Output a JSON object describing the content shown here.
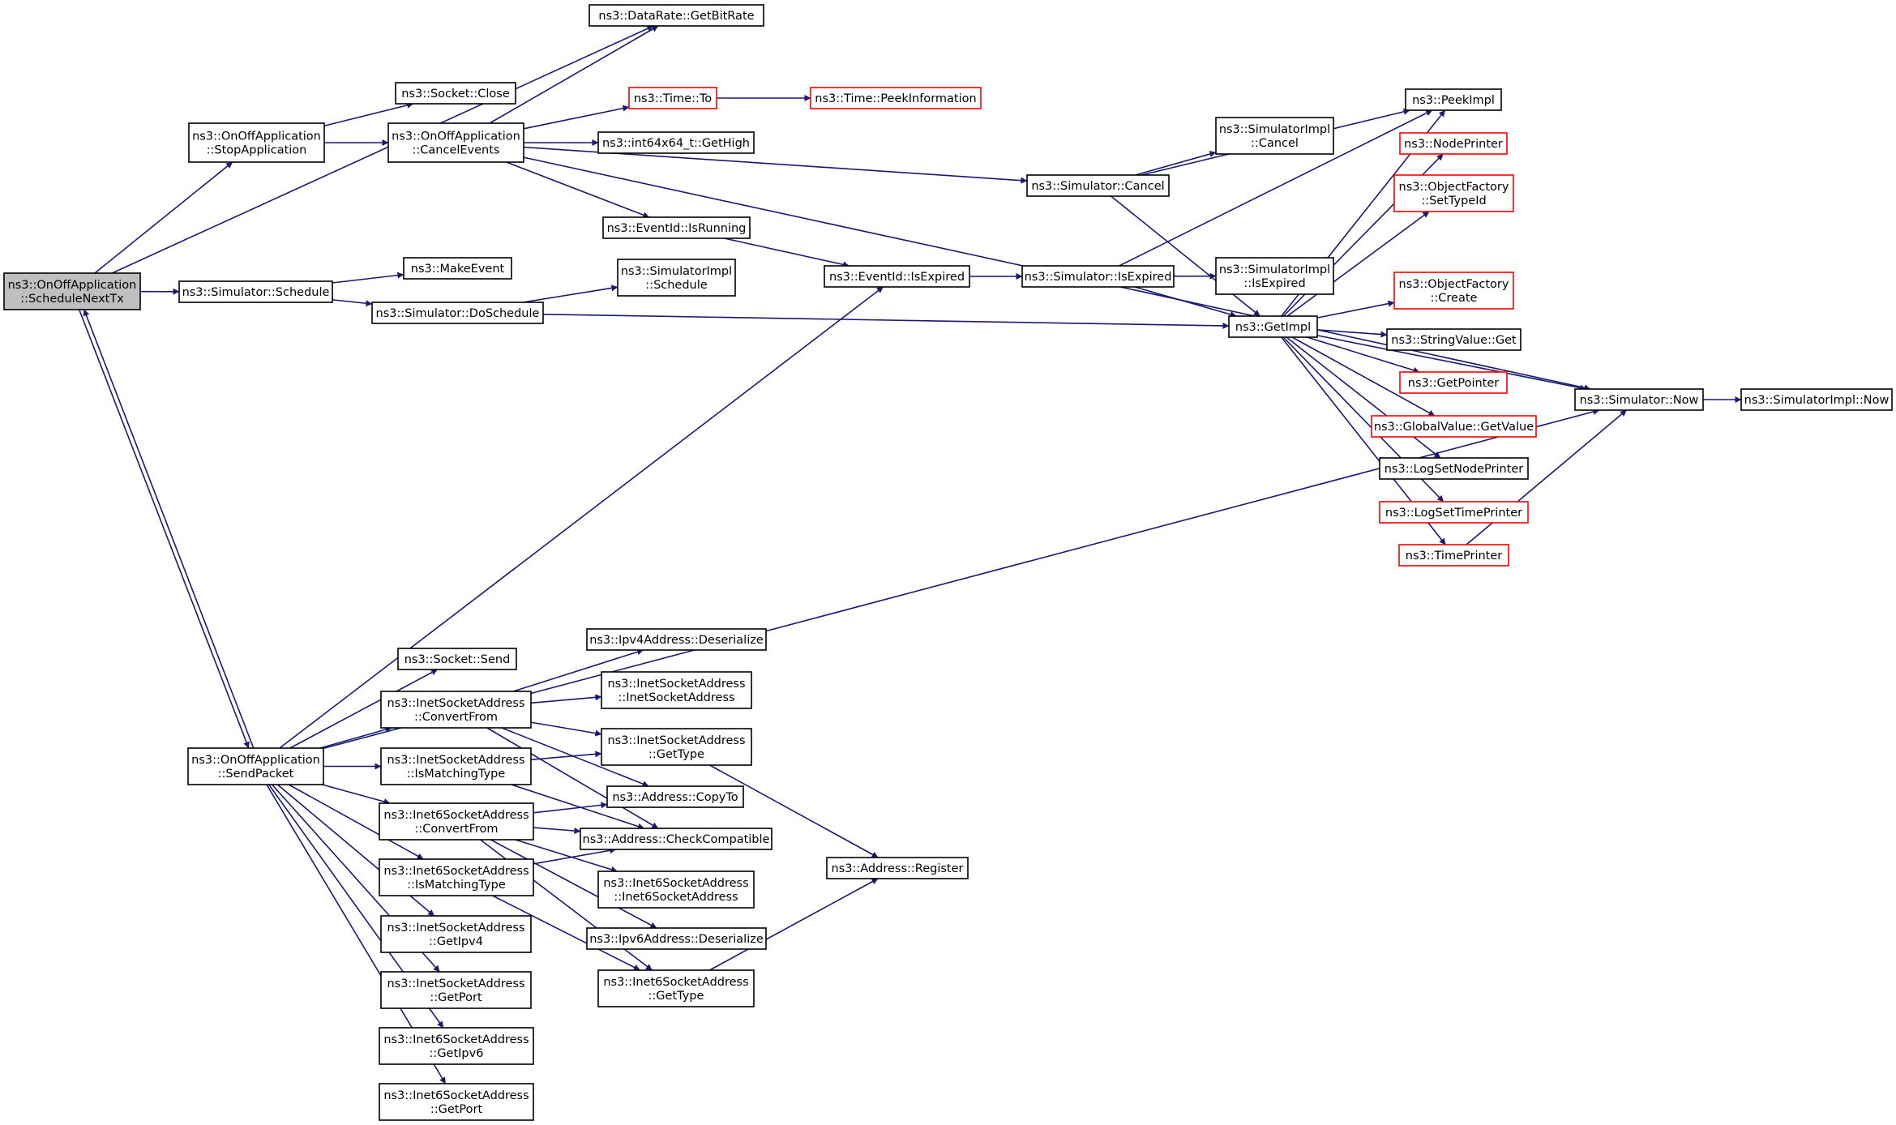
{
  "graph": {
    "colors": {
      "edge": "#191970",
      "border_default": "#000000",
      "border_undocumented": "#ff0000",
      "root_fill": "#bfbfbf"
    },
    "nodes": {
      "root": {
        "lines": [
          "ns3::OnOffApplication",
          "::ScheduleNextTx"
        ],
        "style": "root"
      },
      "stopapp": {
        "lines": [
          "ns3::OnOffApplication",
          "::StopApplication"
        ],
        "style": "black"
      },
      "schedule": {
        "lines": [
          "ns3::Simulator::Schedule"
        ],
        "style": "black"
      },
      "sendpacket": {
        "lines": [
          "ns3::OnOffApplication",
          "::SendPacket"
        ],
        "style": "black"
      },
      "getbitrate": {
        "lines": [
          "ns3::DataRate::GetBitRate"
        ],
        "style": "black"
      },
      "sockclose": {
        "lines": [
          "ns3::Socket::Close"
        ],
        "style": "black"
      },
      "cancelevents": {
        "lines": [
          "ns3::OnOffApplication",
          "::CancelEvents"
        ],
        "style": "black"
      },
      "makeevent": {
        "lines": [
          "ns3::MakeEvent"
        ],
        "style": "black"
      },
      "doschedule": {
        "lines": [
          "ns3::Simulator::DoSchedule"
        ],
        "style": "black"
      },
      "timeto": {
        "lines": [
          "ns3::Time::To"
        ],
        "style": "red"
      },
      "peekinfo": {
        "lines": [
          "ns3::Time::PeekInformation"
        ],
        "style": "red"
      },
      "gethigh": {
        "lines": [
          "ns3::int64x64_t::GetHigh"
        ],
        "style": "black"
      },
      "isrunning": {
        "lines": [
          "ns3::EventId::IsRunning"
        ],
        "style": "black"
      },
      "implschedule": {
        "lines": [
          "ns3::SimulatorImpl",
          "::Schedule"
        ],
        "style": "black"
      },
      "idisexpired": {
        "lines": [
          "ns3::EventId::IsExpired"
        ],
        "style": "black"
      },
      "simcancel": {
        "lines": [
          "ns3::Simulator::Cancel"
        ],
        "style": "black"
      },
      "simisexpired": {
        "lines": [
          "ns3::Simulator::IsExpired"
        ],
        "style": "black"
      },
      "implcancel": {
        "lines": [
          "ns3::SimulatorImpl",
          "::Cancel"
        ],
        "style": "black"
      },
      "implisexpired": {
        "lines": [
          "ns3::SimulatorImpl",
          "::IsExpired"
        ],
        "style": "black"
      },
      "getimpl": {
        "lines": [
          "ns3::GetImpl"
        ],
        "style": "black"
      },
      "peekimpl": {
        "lines": [
          "ns3::PeekImpl"
        ],
        "style": "black"
      },
      "nodeprinter": {
        "lines": [
          "ns3::NodePrinter"
        ],
        "style": "red"
      },
      "settypeid": {
        "lines": [
          "ns3::ObjectFactory",
          "::SetTypeId"
        ],
        "style": "red"
      },
      "ofcreate": {
        "lines": [
          "ns3::ObjectFactory",
          "::Create"
        ],
        "style": "red"
      },
      "strget": {
        "lines": [
          "ns3::StringValue::Get"
        ],
        "style": "black"
      },
      "getpointer": {
        "lines": [
          "ns3::GetPointer"
        ],
        "style": "red"
      },
      "gvgetvalue": {
        "lines": [
          "ns3::GlobalValue::GetValue"
        ],
        "style": "red"
      },
      "lognode": {
        "lines": [
          "ns3::LogSetNodePrinter"
        ],
        "style": "black"
      },
      "logtime": {
        "lines": [
          "ns3::LogSetTimePrinter"
        ],
        "style": "red"
      },
      "timeprinter": {
        "lines": [
          "ns3::TimePrinter"
        ],
        "style": "red"
      },
      "simnow": {
        "lines": [
          "ns3::Simulator::Now"
        ],
        "style": "black"
      },
      "implnow": {
        "lines": [
          "ns3::SimulatorImpl::Now"
        ],
        "style": "black"
      },
      "socksend": {
        "lines": [
          "ns3::Socket::Send"
        ],
        "style": "black"
      },
      "inetconv": {
        "lines": [
          "ns3::InetSocketAddress",
          "::ConvertFrom"
        ],
        "style": "black"
      },
      "inetmatch": {
        "lines": [
          "ns3::InetSocketAddress",
          "::IsMatchingType"
        ],
        "style": "black"
      },
      "inet6conv": {
        "lines": [
          "ns3::Inet6SocketAddress",
          "::ConvertFrom"
        ],
        "style": "black"
      },
      "inet6match": {
        "lines": [
          "ns3::Inet6SocketAddress",
          "::IsMatchingType"
        ],
        "style": "black"
      },
      "inetipv4": {
        "lines": [
          "ns3::InetSocketAddress",
          "::GetIpv4"
        ],
        "style": "black"
      },
      "inetport": {
        "lines": [
          "ns3::InetSocketAddress",
          "::GetPort"
        ],
        "style": "black"
      },
      "inet6ipv6": {
        "lines": [
          "ns3::Inet6SocketAddress",
          "::GetIpv6"
        ],
        "style": "black"
      },
      "inet6port": {
        "lines": [
          "ns3::Inet6SocketAddress",
          "::GetPort"
        ],
        "style": "black"
      },
      "ipv4deser": {
        "lines": [
          "ns3::Ipv4Address::Deserialize"
        ],
        "style": "black"
      },
      "inetctor": {
        "lines": [
          "ns3::InetSocketAddress",
          "::InetSocketAddress"
        ],
        "style": "black"
      },
      "inetgettype": {
        "lines": [
          "ns3::InetSocketAddress",
          "::GetType"
        ],
        "style": "black"
      },
      "addrcopyto": {
        "lines": [
          "ns3::Address::CopyTo"
        ],
        "style": "black"
      },
      "addrcheck": {
        "lines": [
          "ns3::Address::CheckCompatible"
        ],
        "style": "black"
      },
      "inet6ctor": {
        "lines": [
          "ns3::Inet6SocketAddress",
          "::Inet6SocketAddress"
        ],
        "style": "black"
      },
      "ipv6deser": {
        "lines": [
          "ns3::Ipv6Address::Deserialize"
        ],
        "style": "black"
      },
      "inet6gettype": {
        "lines": [
          "ns3::Inet6SocketAddress",
          "::GetType"
        ],
        "style": "black"
      },
      "addrregister": {
        "lines": [
          "ns3::Address::Register"
        ],
        "style": "black"
      }
    },
    "edges": [
      [
        "root",
        "getbitrate"
      ],
      [
        "root",
        "stopapp"
      ],
      [
        "root",
        "schedule"
      ],
      [
        "root",
        "sendpacket"
      ],
      [
        "sendpacket",
        "root"
      ],
      [
        "stopapp",
        "sockclose"
      ],
      [
        "stopapp",
        "cancelevents"
      ],
      [
        "cancelevents",
        "getbitrate"
      ],
      [
        "cancelevents",
        "timeto"
      ],
      [
        "cancelevents",
        "gethigh"
      ],
      [
        "cancelevents",
        "isrunning"
      ],
      [
        "cancelevents",
        "simcancel"
      ],
      [
        "cancelevents",
        "simnow"
      ],
      [
        "timeto",
        "peekinfo"
      ],
      [
        "schedule",
        "makeevent"
      ],
      [
        "schedule",
        "doschedule"
      ],
      [
        "doschedule",
        "implschedule"
      ],
      [
        "doschedule",
        "getimpl"
      ],
      [
        "isrunning",
        "idisexpired"
      ],
      [
        "idisexpired",
        "simisexpired"
      ],
      [
        "simcancel",
        "implcancel"
      ],
      [
        "simcancel",
        "peekimpl"
      ],
      [
        "simcancel",
        "getimpl"
      ],
      [
        "simisexpired",
        "implisexpired"
      ],
      [
        "simisexpired",
        "peekimpl"
      ],
      [
        "simisexpired",
        "getimpl"
      ],
      [
        "getimpl",
        "peekimpl"
      ],
      [
        "getimpl",
        "nodeprinter"
      ],
      [
        "getimpl",
        "settypeid"
      ],
      [
        "getimpl",
        "ofcreate"
      ],
      [
        "getimpl",
        "strget"
      ],
      [
        "getimpl",
        "getpointer"
      ],
      [
        "getimpl",
        "gvgetvalue"
      ],
      [
        "getimpl",
        "lognode"
      ],
      [
        "getimpl",
        "logtime"
      ],
      [
        "getimpl",
        "timeprinter"
      ],
      [
        "getimpl",
        "simnow"
      ],
      [
        "timeprinter",
        "simnow"
      ],
      [
        "simnow",
        "implnow"
      ],
      [
        "sendpacket",
        "idisexpired"
      ],
      [
        "sendpacket",
        "simnow"
      ],
      [
        "sendpacket",
        "socksend"
      ],
      [
        "sendpacket",
        "inetconv"
      ],
      [
        "sendpacket",
        "inetmatch"
      ],
      [
        "sendpacket",
        "inet6conv"
      ],
      [
        "sendpacket",
        "inet6match"
      ],
      [
        "sendpacket",
        "inetipv4"
      ],
      [
        "sendpacket",
        "inetport"
      ],
      [
        "sendpacket",
        "inet6ipv6"
      ],
      [
        "sendpacket",
        "inet6port"
      ],
      [
        "inetconv",
        "ipv4deser"
      ],
      [
        "inetconv",
        "inetctor"
      ],
      [
        "inetconv",
        "inetgettype"
      ],
      [
        "inetconv",
        "addrcopyto"
      ],
      [
        "inetconv",
        "addrcheck"
      ],
      [
        "inetmatch",
        "inetgettype"
      ],
      [
        "inetmatch",
        "addrcheck"
      ],
      [
        "inet6conv",
        "addrcopyto"
      ],
      [
        "inet6conv",
        "addrcheck"
      ],
      [
        "inet6conv",
        "inet6ctor"
      ],
      [
        "inet6conv",
        "ipv6deser"
      ],
      [
        "inet6conv",
        "inet6gettype"
      ],
      [
        "inet6match",
        "addrcheck"
      ],
      [
        "inet6match",
        "inet6gettype"
      ],
      [
        "inetgettype",
        "addrregister"
      ],
      [
        "inet6gettype",
        "addrregister"
      ]
    ]
  }
}
